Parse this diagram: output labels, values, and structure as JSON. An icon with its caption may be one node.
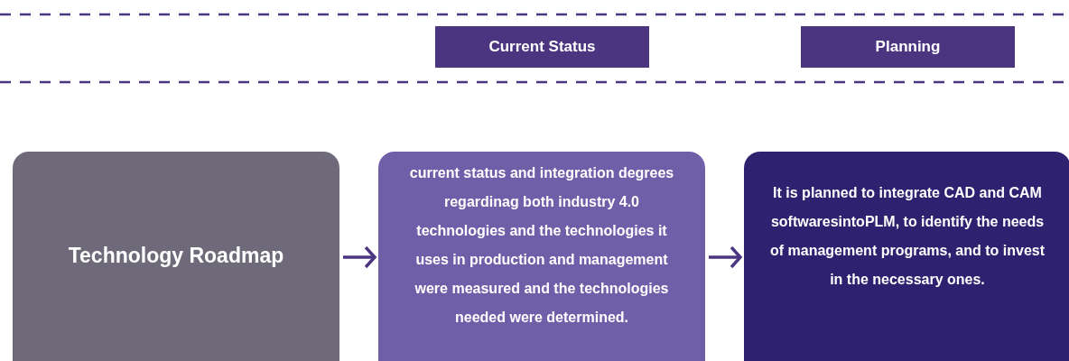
{
  "diagram": {
    "nodes": [
      {
        "text": [
          "Current Status"
        ]
      },
      {
        "text": [
          "Planning"
        ]
      },
      {
        "text": [
          "Technology Roadmap"
        ]
      },
      {
        "text": [
          "current status and integration degrees regardinag both industry 4.0 technologies and the technologies it uses in production and management were measured and the technologies needed were determined."
        ]
      },
      {
        "text": [
          "It is planned to integrate CAD and CAM softwaresintoPLM, to identify the needs of management programs, and to invest in the necessary ones."
        ]
      }
    ],
    "edges": [
      {
        "from": 2,
        "to": 3,
        "arrow": "to"
      },
      {
        "from": 3,
        "to": 4,
        "arrow": "to"
      }
    ]
  }
}
